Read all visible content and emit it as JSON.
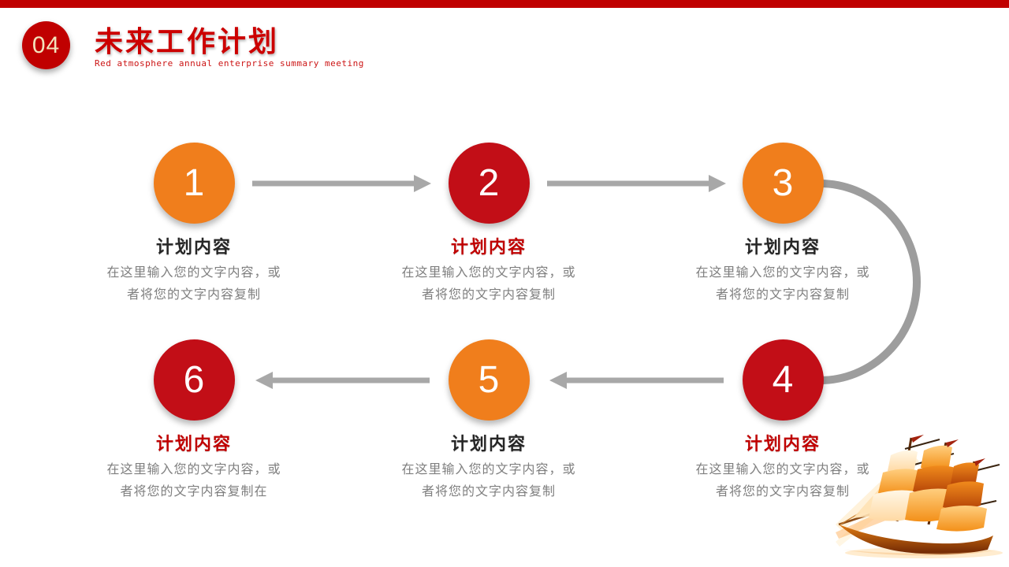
{
  "header": {
    "section_number": "04",
    "title": "未来工作计划",
    "subtitle": "Red atmosphere annual enterprise summary meeting"
  },
  "colors": {
    "top_bar": "#c00000",
    "badge_bg": "#c00000",
    "badge_text": "#f2e4bc",
    "title_red": "#cc0000",
    "subtitle_red": "#cc1414",
    "circle_orange": "#f07e1c",
    "circle_red": "#c20e17",
    "heading_dark": "#262626",
    "heading_red": "#c00000",
    "body_gray": "#7f7f7f",
    "arrow_gray": "#a8a8a8",
    "arc_gray": "#9d9d9d"
  },
  "items": [
    {
      "number": "1",
      "circle_color": "#f07e1c",
      "heading": "计划内容",
      "heading_color": "#262626",
      "body_line1": "在这里输入您的文字内容，或",
      "body_line2": "者将您的文字内容复制"
    },
    {
      "number": "2",
      "circle_color": "#c20e17",
      "heading": "计划内容",
      "heading_color": "#c00000",
      "body_line1": "在这里输入您的文字内容，或",
      "body_line2": "者将您的文字内容复制"
    },
    {
      "number": "3",
      "circle_color": "#f07e1c",
      "heading": "计划内容",
      "heading_color": "#262626",
      "body_line1": "在这里输入您的文字内容，或",
      "body_line2": "者将您的文字内容复制"
    },
    {
      "number": "4",
      "circle_color": "#c20e17",
      "heading": "计划内容",
      "heading_color": "#c00000",
      "body_line1": "在这里输入您的文字内容，或",
      "body_line2": "者将您的文字内容复制"
    },
    {
      "number": "5",
      "circle_color": "#f07e1c",
      "heading": "计划内容",
      "heading_color": "#262626",
      "body_line1": "在这里输入您的文字内容，或",
      "body_line2": "者将您的文字内容复制"
    },
    {
      "number": "6",
      "circle_color": "#c20e17",
      "heading": "计划内容",
      "heading_color": "#c00000",
      "body_line1": "在这里输入您的文字内容，或",
      "body_line2": "者将您的文字内容复制在"
    }
  ],
  "decorations": {
    "ship": "golden-sailing-ship"
  }
}
